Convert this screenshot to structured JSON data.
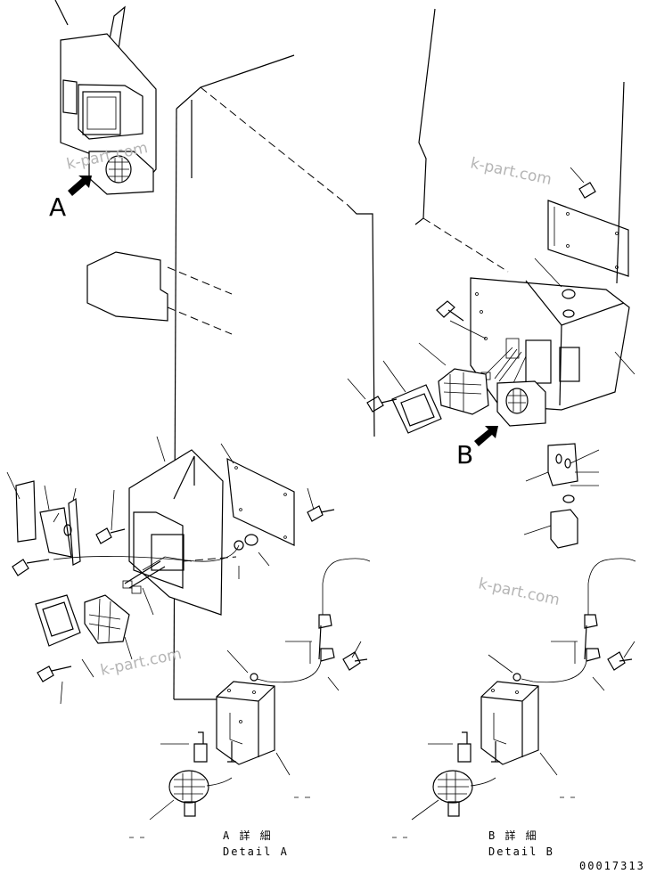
{
  "view_labels": {
    "a": "A",
    "b": "B"
  },
  "captions": {
    "detail_a_jp": "A 詳 細",
    "detail_a_en": "Detail A",
    "detail_b_jp": "B 詳 細",
    "detail_b_en": "Detail B"
  },
  "watermark": "k-part.com",
  "drawing_number": "00017313"
}
